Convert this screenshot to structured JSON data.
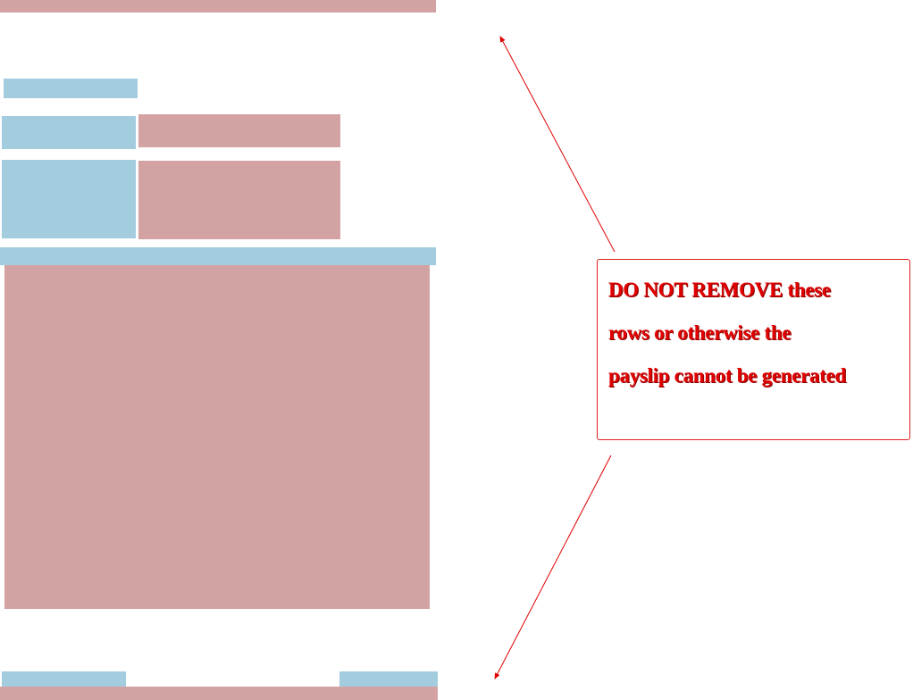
{
  "callout": {
    "line1": "DO NOT REMOVE these",
    "line2": "rows or otherwise the",
    "line3": "payslip cannot be generated"
  },
  "colors": {
    "callout_text": "#e00000",
    "callout_border": "#e02020",
    "arrow": "#e00000",
    "red_hatch": "#c98c8c",
    "blue_hatch": "#8dc0d6"
  }
}
